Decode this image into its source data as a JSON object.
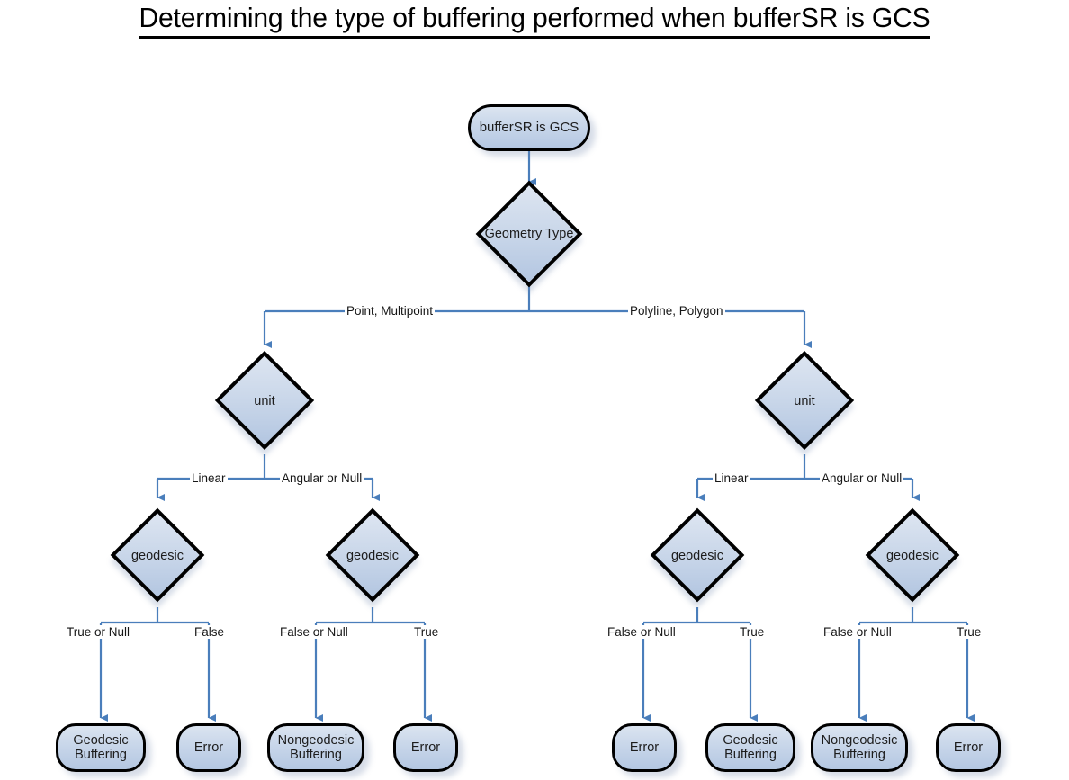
{
  "title": "Determining the type of buffering performed when bufferSR is GCS",
  "colors": {
    "connector": "#4a7ebb",
    "node_border": "#000000",
    "node_fill_top": "#dde5f1",
    "node_fill_bottom": "#b3c6e1",
    "text": "#1c1c1c",
    "background": "#ffffff"
  },
  "chart_data": {
    "type": "diagram",
    "diagram_kind": "flowchart",
    "title": "Determining the type of buffering performed when bufferSR is GCS",
    "nodes": [
      {
        "id": "start",
        "shape": "rounded-rect",
        "label": "bufferSR is GCS"
      },
      {
        "id": "geomtype",
        "shape": "diamond",
        "label": "Geometry Type"
      },
      {
        "id": "unitL",
        "shape": "diamond",
        "label": "unit"
      },
      {
        "id": "unitR",
        "shape": "diamond",
        "label": "unit"
      },
      {
        "id": "geo1",
        "shape": "diamond",
        "label": "geodesic"
      },
      {
        "id": "geo2",
        "shape": "diamond",
        "label": "geodesic"
      },
      {
        "id": "geo3",
        "shape": "diamond",
        "label": "geodesic"
      },
      {
        "id": "geo4",
        "shape": "diamond",
        "label": "geodesic"
      },
      {
        "id": "t1",
        "shape": "rounded-rect",
        "label": "Geodesic Buffering"
      },
      {
        "id": "t2",
        "shape": "rounded-rect",
        "label": "Error"
      },
      {
        "id": "t3",
        "shape": "rounded-rect",
        "label": "Nongeodesic Buffering"
      },
      {
        "id": "t4",
        "shape": "rounded-rect",
        "label": "Error"
      },
      {
        "id": "t5",
        "shape": "rounded-rect",
        "label": "Error"
      },
      {
        "id": "t6",
        "shape": "rounded-rect",
        "label": "Geodesic Buffering"
      },
      {
        "id": "t7",
        "shape": "rounded-rect",
        "label": "Nongeodesic Buffering"
      },
      {
        "id": "t8",
        "shape": "rounded-rect",
        "label": "Error"
      }
    ],
    "edges": [
      {
        "from": "start",
        "to": "geomtype",
        "label": ""
      },
      {
        "from": "geomtype",
        "to": "unitL",
        "label": "Point, Multipoint"
      },
      {
        "from": "geomtype",
        "to": "unitR",
        "label": "Polyline, Polygon"
      },
      {
        "from": "unitL",
        "to": "geo1",
        "label": "Linear"
      },
      {
        "from": "unitL",
        "to": "geo2",
        "label": "Angular or Null"
      },
      {
        "from": "unitR",
        "to": "geo3",
        "label": "Linear"
      },
      {
        "from": "unitR",
        "to": "geo4",
        "label": "Angular or Null"
      },
      {
        "from": "geo1",
        "to": "t1",
        "label": "True or Null"
      },
      {
        "from": "geo1",
        "to": "t2",
        "label": "False"
      },
      {
        "from": "geo2",
        "to": "t3",
        "label": "False or Null"
      },
      {
        "from": "geo2",
        "to": "t4",
        "label": "True"
      },
      {
        "from": "geo3",
        "to": "t5",
        "label": "False or Null"
      },
      {
        "from": "geo3",
        "to": "t6",
        "label": "True"
      },
      {
        "from": "geo4",
        "to": "t7",
        "label": "False or Null"
      },
      {
        "from": "geo4",
        "to": "t8",
        "label": "True"
      }
    ]
  },
  "nodes": {
    "start": {
      "label": "bufferSR is GCS"
    },
    "geomtype": {
      "label": "Geometry Type"
    },
    "unit_left": {
      "label": "unit"
    },
    "unit_right": {
      "label": "unit"
    },
    "geodesic_1": {
      "label": "geodesic"
    },
    "geodesic_2": {
      "label": "geodesic"
    },
    "geodesic_3": {
      "label": "geodesic"
    },
    "geodesic_4": {
      "label": "geodesic"
    },
    "term_1": {
      "line1": "Geodesic",
      "line2": "Buffering"
    },
    "term_2": {
      "line1": "Error",
      "line2": ""
    },
    "term_3": {
      "line1": "Nongeodesic",
      "line2": "Buffering"
    },
    "term_4": {
      "line1": "Error",
      "line2": ""
    },
    "term_5": {
      "line1": "Error",
      "line2": ""
    },
    "term_6": {
      "line1": "Geodesic",
      "line2": "Buffering"
    },
    "term_7": {
      "line1": "Nongeodesic",
      "line2": "Buffering"
    },
    "term_8": {
      "line1": "Error",
      "line2": ""
    }
  },
  "edge_labels": {
    "point_multipoint": "Point, Multipoint",
    "polyline_polygon": "Polyline, Polygon",
    "linear_left": "Linear",
    "angular_left": "Angular or Null",
    "linear_right": "Linear",
    "angular_right": "Angular or Null",
    "g1_true": "True or Null",
    "g1_false": "False",
    "g2_false": "False or Null",
    "g2_true": "True",
    "g3_false": "False or Null",
    "g3_true": "True",
    "g4_false": "False or Null",
    "g4_true": "True"
  }
}
